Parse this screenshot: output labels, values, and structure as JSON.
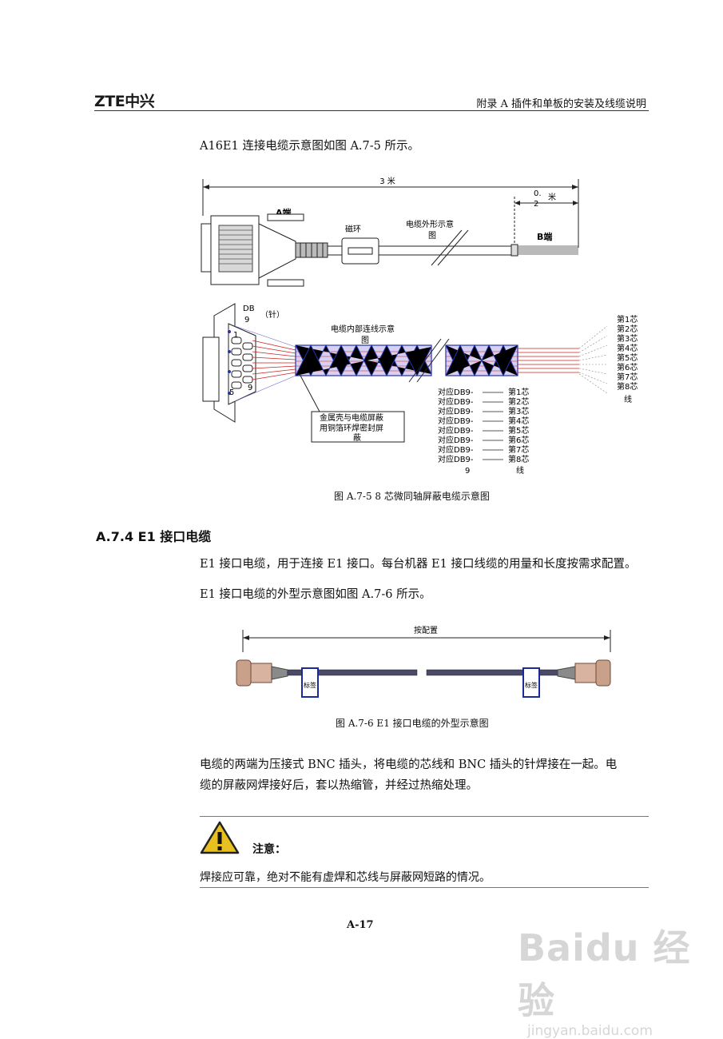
{
  "header": {
    "logo": "ZTE中兴",
    "title": "附录 A    插件和单板的安装及线缆说明"
  },
  "intro_text": "A16E1 连接电缆示意图如图 A.7-5 所示。",
  "figure1": {
    "length_total": "3  米",
    "length_tail_a": "0.",
    "length_tail_b": "米",
    "length_tail_c": "2",
    "end_a": "A端",
    "end_b": "B端",
    "ferrite": "磁环",
    "cable_shape": "电缆外形示意",
    "cable_shape_2": "图",
    "db9_a": "DB",
    "db9_b": "9",
    "db9_c": "（针）",
    "pin_1": "1",
    "pin_5": "5",
    "pin_9": "9",
    "internal_a": "电缆内部连线示意",
    "internal_b": "图",
    "shell_note_a": "金属壳与电缆屏蔽",
    "shell_note_b": "用铜箔环焊密封屏",
    "shell_note_c": "蔽",
    "cores_right": [
      "第1芯",
      "第2芯",
      "第3芯",
      "第4芯",
      "第5芯",
      "第6芯",
      "第7芯",
      "第8芯"
    ],
    "cores_right_tail": "线",
    "map_left": [
      "对应DB9-",
      "对应DB9-",
      "对应DB9-",
      "对应DB9-",
      "对应DB9-",
      "对应DB9-",
      "对应DB9-",
      "对应DB9-"
    ],
    "map_left_tail": "9",
    "map_right": [
      "第1芯",
      "第2芯",
      "第3芯",
      "第4芯",
      "第5芯",
      "第6芯",
      "第7芯",
      "第8芯"
    ],
    "map_right_tail": "线",
    "caption": "图 A.7-5    8 芯微同轴屏蔽电缆示意图"
  },
  "section_heading": "A.7.4 E1 接口电缆",
  "para1": "E1 接口电缆，用于连接 E1 接口。每台机器 E1 接口线缆的用量和长度按需求配置。",
  "para2": "E1 接口电缆的外型示意图如图 A.7-6 所示。",
  "figure2": {
    "length_label": "按配置",
    "tag_left": "标签",
    "tag_right": "标签",
    "caption": "图 A.7-6    E1 接口电缆的外型示意图"
  },
  "para3_line1": "电缆的两端为压接式 BNC 插头，将电缆的芯线和 BNC 插头的针焊接在一起。电",
  "para3_line2": "缆的屏蔽网焊接好后，套以热缩管，并经过热缩处理。",
  "note": {
    "label": "注意：",
    "text": "焊接应可靠，绝对不能有虚焊和芯线与屏蔽网短路的情况。"
  },
  "page_number": "A-17",
  "watermark": {
    "brand": "Baidu 经验",
    "url": "jingyan.baidu.com"
  }
}
